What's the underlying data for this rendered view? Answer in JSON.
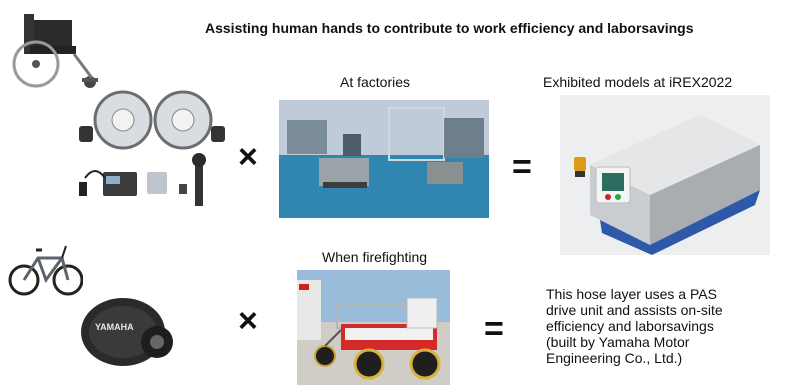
{
  "headline": "Assisting human hands to contribute to work efficiency and laborsavings",
  "captions": {
    "factories": "At factories",
    "exhibited": "Exhibited models at iREX2022",
    "firefighting": "When firefighting"
  },
  "operators": {
    "times": "×",
    "equals": "="
  },
  "description": [
    "This hose layer uses a PAS",
    "drive unit and assists on-site",
    "efficiency and laborsavings",
    "(built by Yamaha Motor",
    "Engineering Co., Ltd.)"
  ],
  "drive_unit_label": "YAMAHA"
}
